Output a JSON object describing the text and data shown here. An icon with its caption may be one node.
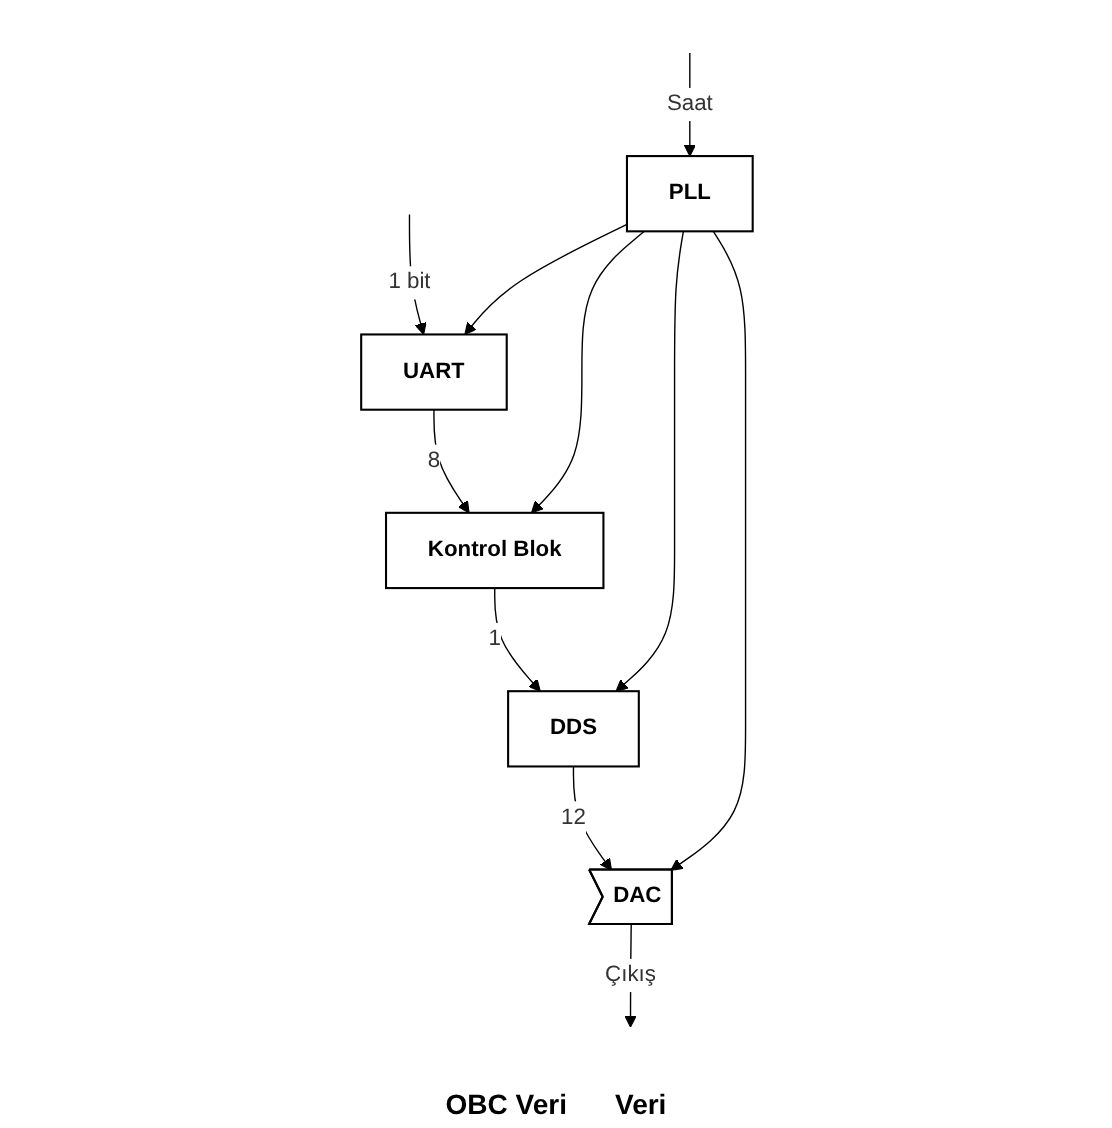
{
  "diagram": {
    "nodes": [
      {
        "text": [
          "UART"
        ]
      },
      {
        "text": [
          "Kontrol Blok"
        ]
      },
      {
        "text": [
          "PLL"
        ]
      },
      {
        "text": [
          "DAC"
        ]
      },
      {
        "text": [
          "DDS"
        ]
      }
    ],
    "edges": [
      {
        "from": null,
        "to": 0,
        "arrow": "to",
        "label": "1 bit"
      },
      {
        "from": 0,
        "to": 1,
        "arrow": "to",
        "label": "8"
      },
      {
        "from": 1,
        "to": 4,
        "arrow": "to",
        "label": "1"
      },
      {
        "from": 4,
        "to": 3,
        "arrow": "to",
        "label": "12"
      },
      {
        "from": 3,
        "to": null,
        "arrow": "to",
        "label": "Çıkış"
      },
      {
        "from": null,
        "to": 2,
        "arrow": "to",
        "label": "Saat"
      },
      {
        "from": 2,
        "to": 0,
        "arrow": "to"
      },
      {
        "from": 2,
        "to": 1,
        "arrow": "to"
      },
      {
        "from": 2,
        "to": 3,
        "arrow": "to"
      },
      {
        "from": 2,
        "to": 4,
        "arrow": "to"
      }
    ],
    "labels": [
      "OBC Veri",
      "Veri"
    ]
  }
}
